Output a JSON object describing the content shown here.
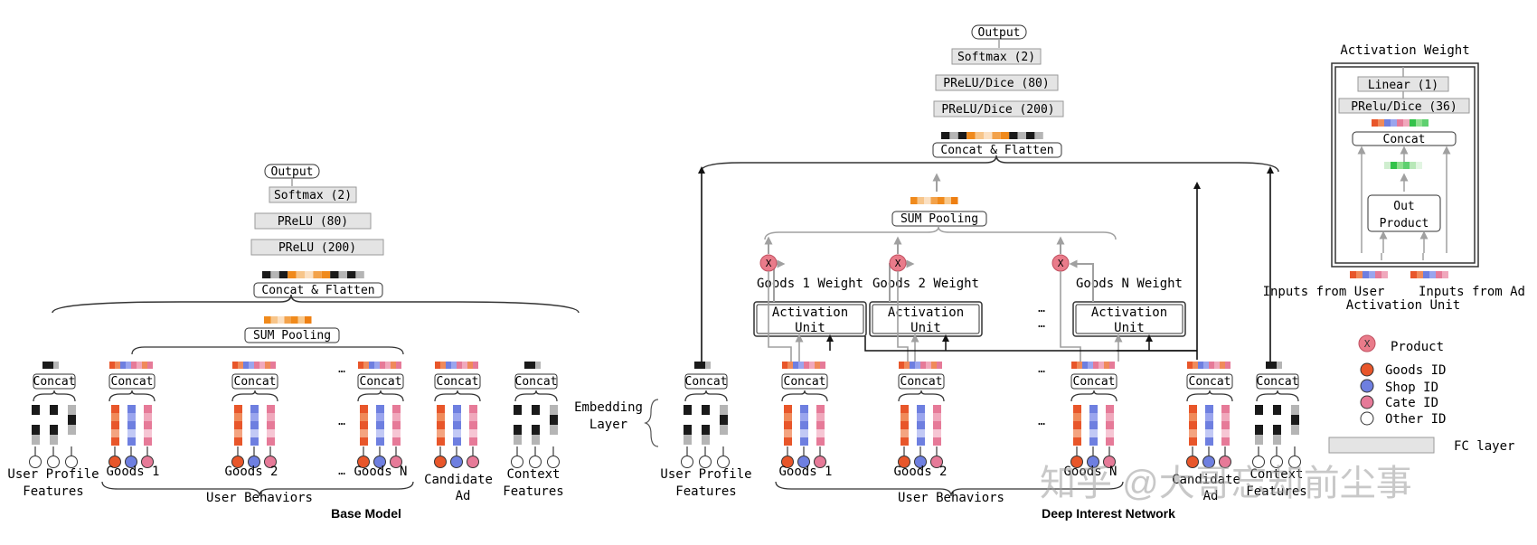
{
  "base": {
    "title": "Base Model",
    "output": "Output",
    "softmax": "Softmax (2)",
    "prelu80": "PReLU (80)",
    "prelu200": "PReLU (200)",
    "concat_flatten": "Concat & Flatten",
    "sum_pooling": "SUM Pooling",
    "concat": "Concat",
    "dots": "…",
    "labels": {
      "user_profile": [
        "User Profile",
        "Features"
      ],
      "goods1": "Goods 1",
      "goods2": "Goods 2",
      "goodsN": "Goods N",
      "user_behaviors": "User Behaviors",
      "candidate": [
        "Candidate",
        "Ad"
      ],
      "context": [
        "Context",
        "Features"
      ]
    }
  },
  "din": {
    "title": "Deep Interest Network",
    "output": "Output",
    "softmax": "Softmax (2)",
    "prelu_dice80": "PReLU/Dice (80)",
    "prelu_dice200": "PReLU/Dice (200)",
    "concat_flatten": "Concat & Flatten",
    "sum_pooling": "SUM Pooling",
    "concat": "Concat",
    "activation_unit": [
      "Activation",
      "Unit"
    ],
    "weights": [
      "Goods 1 Weight",
      "Goods 2 Weight",
      "Goods N Weight"
    ],
    "embedding_layer": [
      "Embedding",
      "Layer"
    ],
    "product_mark": "X",
    "dots": "…",
    "labels": {
      "user_profile": [
        "User Profile",
        "Features"
      ],
      "goods1": "Goods 1",
      "goods2": "Goods 2",
      "goodsN": "Goods N",
      "user_behaviors": "User Behaviors",
      "candidate": [
        "Candidate",
        "Ad"
      ],
      "context": [
        "Context",
        "Features"
      ]
    }
  },
  "au": {
    "title": "Activation Weight",
    "linear": "Linear (1)",
    "prelu_dice36": "PRelu/Dice (36)",
    "concat": "Concat",
    "out_product": [
      "Out",
      "Product"
    ],
    "inputs_user": "Inputs from User",
    "inputs_ad": "Inputs from Ad",
    "caption": "Activation Unit"
  },
  "legend": {
    "product": "Product",
    "goods_id": "Goods ID",
    "shop_id": "Shop ID",
    "cate_id": "Cate ID",
    "other_id": "Other ID",
    "fc_layer": "FC layer"
  },
  "watermark": "知乎 @大哥忘却前尘事",
  "colors": {
    "goods": "#e8562a",
    "shop": "#6e7fe0",
    "cate": "#e67a98",
    "fc_fill": "#e4e4e4",
    "fc_stroke": "#9a9a9a",
    "orange": "#f08a1c",
    "product_fill": "#e97b8a",
    "gray_arrow": "#a0a0a0"
  }
}
